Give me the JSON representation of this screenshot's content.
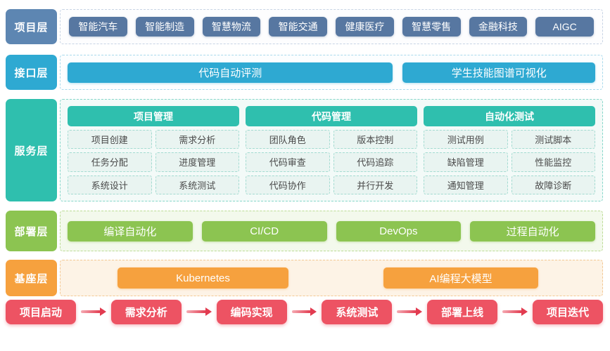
{
  "layers": {
    "project": {
      "label": "项目层",
      "items": [
        "智能汽车",
        "智能制造",
        "智慧物流",
        "智能交通",
        "健康医疗",
        "智慧零售",
        "金融科技",
        "AIGC"
      ]
    },
    "interface": {
      "label": "接口层",
      "items": [
        "代码自动评测",
        "学生技能图谱可视化"
      ]
    },
    "service": {
      "label": "服务层",
      "groups": [
        {
          "title": "项目管理",
          "items": [
            "项目创建",
            "需求分析",
            "任务分配",
            "进度管理",
            "系统设计",
            "系统测试"
          ]
        },
        {
          "title": "代码管理",
          "items": [
            "团队角色",
            "版本控制",
            "代码审查",
            "代码追踪",
            "代码协作",
            "并行开发"
          ]
        },
        {
          "title": "自动化测试",
          "items": [
            "测试用例",
            "测试脚本",
            "缺陷管理",
            "性能监控",
            "通知管理",
            "故障诊断"
          ]
        }
      ]
    },
    "deploy": {
      "label": "部署层",
      "items": [
        "编译自动化",
        "CI/CD",
        "DevOps",
        "过程自动化"
      ]
    },
    "base": {
      "label": "基座层",
      "items": [
        "Kubernetes",
        "AI编程大模型"
      ]
    }
  },
  "flow": {
    "steps": [
      "项目启动",
      "需求分析",
      "编码实现",
      "系统测试",
      "部署上线",
      "项目迭代"
    ]
  },
  "colors": {
    "project_blue": "#5d86b2",
    "interface_cyan": "#2ea9d2",
    "service_teal": "#2fbfae",
    "deploy_green": "#8cc451",
    "base_orange": "#f6a13e",
    "flow_red": "#ed5363"
  }
}
